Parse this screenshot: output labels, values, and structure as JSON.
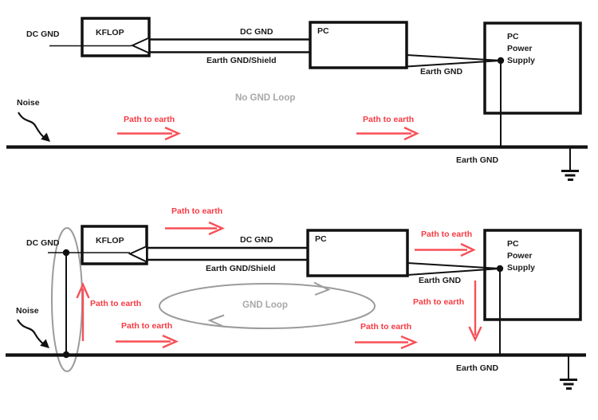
{
  "shared": {
    "dc_gnd": "DC GND",
    "earth_gnd": "Earth GND",
    "earth_gnd_shield": "Earth GND/Shield",
    "kflop": "KFLOP",
    "pc": "PC",
    "pc_power_supply": "PC\nPower\nSupply",
    "noise": "Noise",
    "path_to_earth": "Path to earth"
  },
  "diagram_top": {
    "caption": "No GND Loop"
  },
  "diagram_bottom": {
    "caption": "GND Loop"
  },
  "colors": {
    "red": "#f73b43",
    "gray_text": "#a8a8a8",
    "gray_line": "#9b9b9b",
    "black": "#1a1a1a"
  }
}
